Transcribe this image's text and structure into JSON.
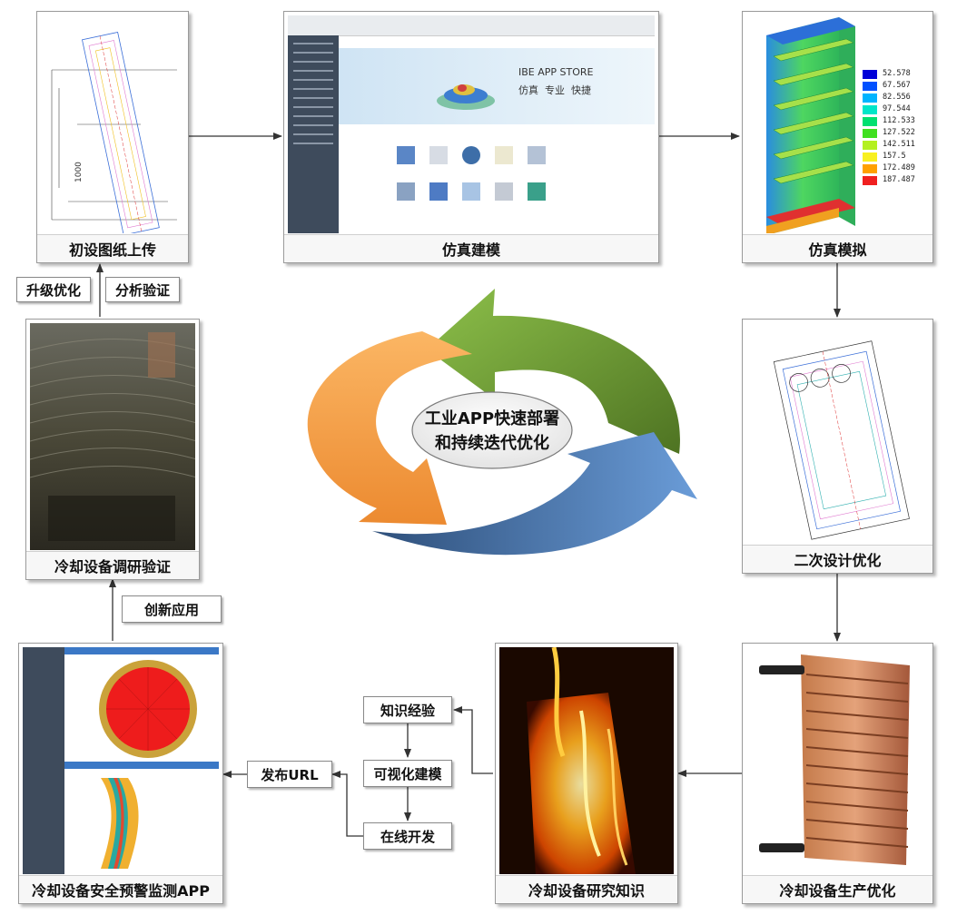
{
  "panels": {
    "initial_design": {
      "caption": "初设图纸上传"
    },
    "sim_modeling": {
      "caption": "仿真建模",
      "store_title": "IBE APP STORE",
      "store_slogan": "仿真  专业  快捷"
    },
    "sim_analysis": {
      "caption": "仿真模拟",
      "legend_values": [
        "52.578",
        "67.567",
        "82.556",
        "97.544",
        "112.533",
        "127.522",
        "142.511",
        "157.5",
        "172.489",
        "187.487"
      ]
    },
    "secondary_design": {
      "caption": "二次设计优化"
    },
    "production": {
      "caption": "冷却设备生产优化"
    },
    "research_knowledge": {
      "caption": "冷却设备研究知识"
    },
    "monitoring_app": {
      "caption": "冷却设备安全预警监测APP"
    },
    "field_verification": {
      "caption": "冷却设备调研验证"
    }
  },
  "tags": {
    "upgrade": "升级优化",
    "analysis_verify": "分析验证",
    "innovation": "创新应用",
    "knowledge_exp": "知识经验",
    "visual_modeling": "可视化建模",
    "online_dev": "在线开发",
    "publish_url": "发布URL"
  },
  "center": {
    "line1": "工业APP快速部署",
    "line2": "和持续迭代优化"
  },
  "colors": {
    "green": "#6a9a32",
    "blue": "#4a7fb8",
    "orange": "#f5a04a",
    "arrow": "#333333"
  }
}
